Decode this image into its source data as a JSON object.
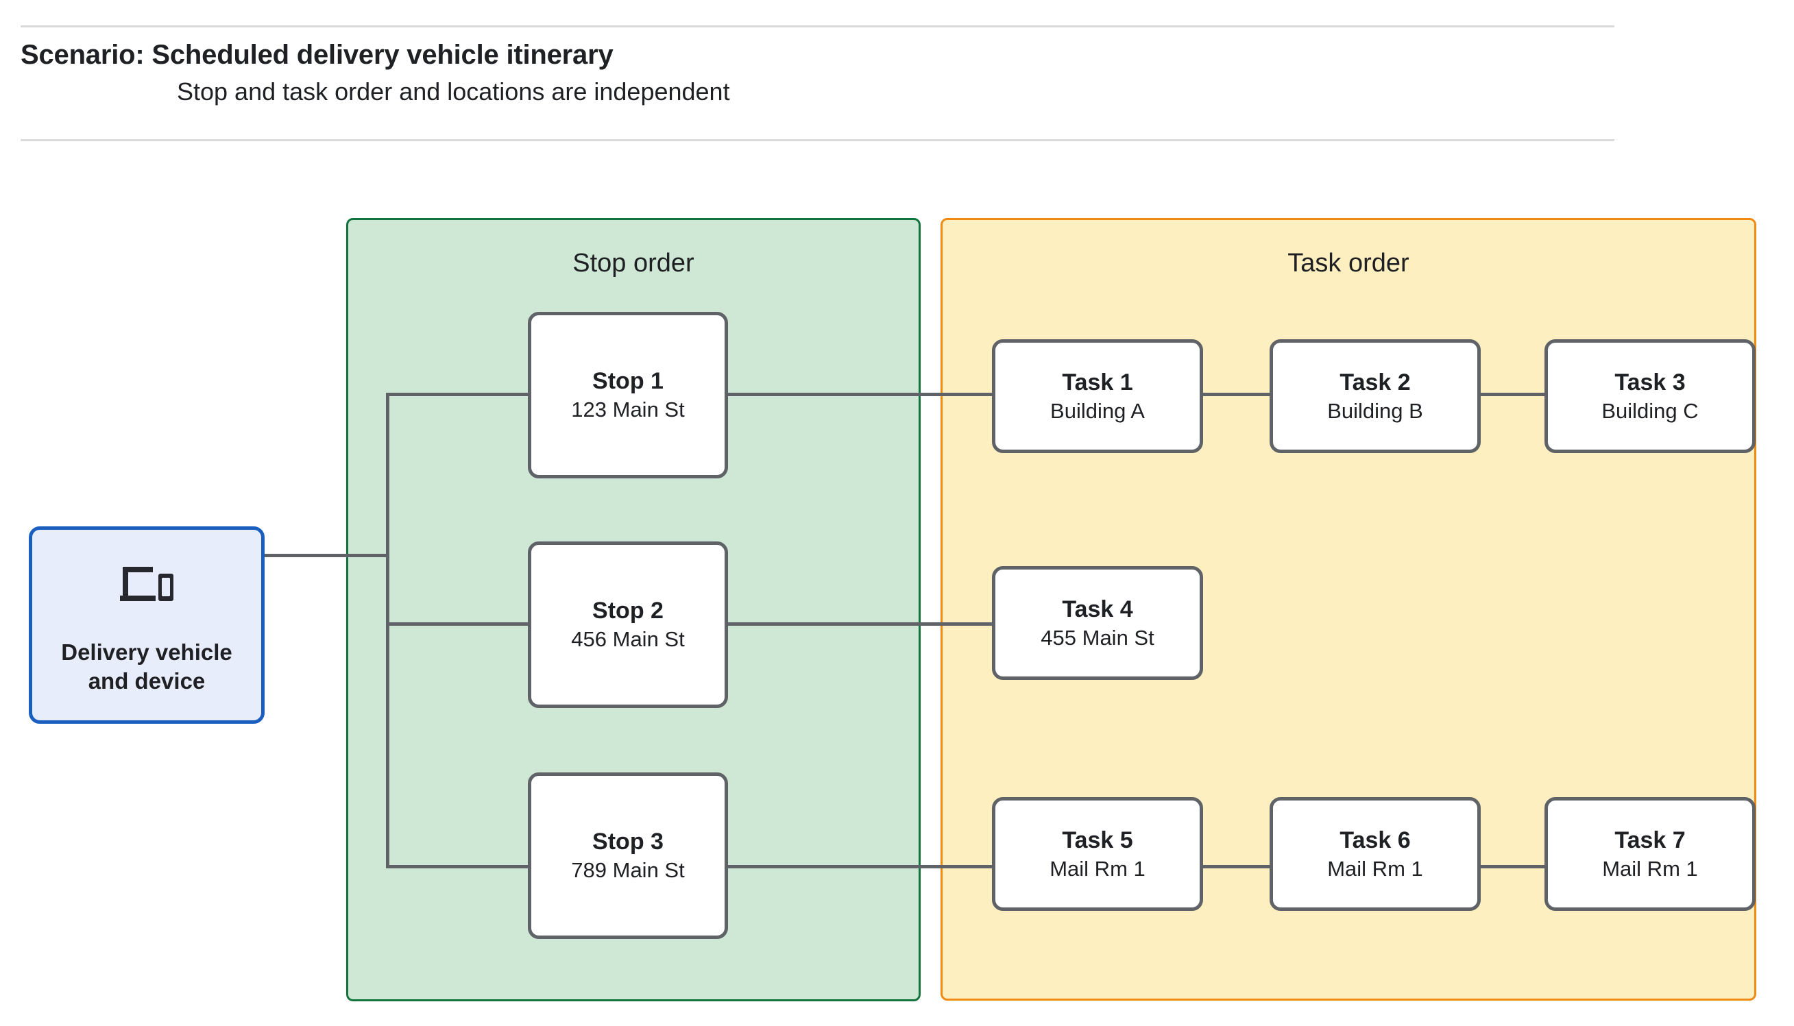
{
  "header": {
    "title": "Scenario: Scheduled delivery vehicle itinerary",
    "subtitle": "Stop and task order and locations are independent"
  },
  "vehicle": {
    "icon": "devices-icon",
    "label_line1": "Delivery vehicle",
    "label_line2": "and device"
  },
  "groups": {
    "stop": {
      "title": "Stop order",
      "fill": "#cee8d5",
      "border": "#12733c"
    },
    "task": {
      "title": "Task order",
      "fill": "#fdefc0",
      "border": "#ef8a12"
    }
  },
  "stops": [
    {
      "name": "Stop 1",
      "address": "123 Main St"
    },
    {
      "name": "Stop 2",
      "address": "456 Main St"
    },
    {
      "name": "Stop 3",
      "address": "789 Main St"
    }
  ],
  "tasks": [
    {
      "name": "Task 1",
      "location": "Building A"
    },
    {
      "name": "Task 2",
      "location": "Building B"
    },
    {
      "name": "Task 3",
      "location": "Building C"
    },
    {
      "name": "Task 4",
      "location": "455 Main St"
    },
    {
      "name": "Task 5",
      "location": "Mail Rm 1"
    },
    {
      "name": "Task 6",
      "location": "Mail Rm 1"
    },
    {
      "name": "Task 7",
      "location": "Mail Rm 1"
    }
  ],
  "colors": {
    "connector": "#5f6368",
    "node_border": "#5f6368",
    "vehicle_fill": "#e8edfb",
    "vehicle_border": "#1a5fbf",
    "rule": "#d9dadc"
  }
}
